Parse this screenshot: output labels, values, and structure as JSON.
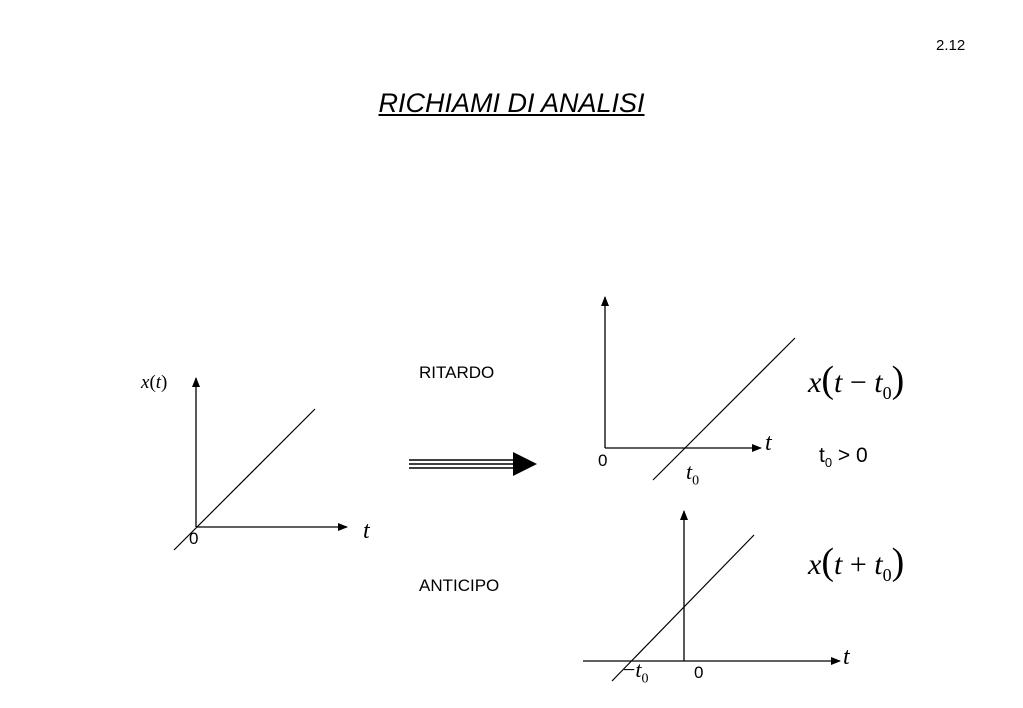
{
  "page_number": "2.12",
  "title": "RICHIAMI DI ANALISI",
  "original": {
    "y_label_fn": "x",
    "y_label_var": "t",
    "origin": "0",
    "t_axis": "t"
  },
  "ritardo": {
    "label": "RITARDO",
    "origin": "0",
    "t_axis": "t",
    "shift_var": "t",
    "shift_sub": "0",
    "formula_fn": "x",
    "formula_var": "t",
    "formula_op": "−",
    "formula_shift": "t",
    "formula_sub": "0",
    "cond_var": "t",
    "cond_sub": "0",
    "cond_rest": " > 0"
  },
  "anticipo": {
    "label": "ANTICIPO",
    "origin": "0",
    "t_axis": "t",
    "shift_sign": "−",
    "shift_var": "t",
    "shift_sub": "0",
    "formula_fn": "x",
    "formula_var": "t",
    "formula_op": "+",
    "formula_shift": "t",
    "formula_sub": "0"
  }
}
